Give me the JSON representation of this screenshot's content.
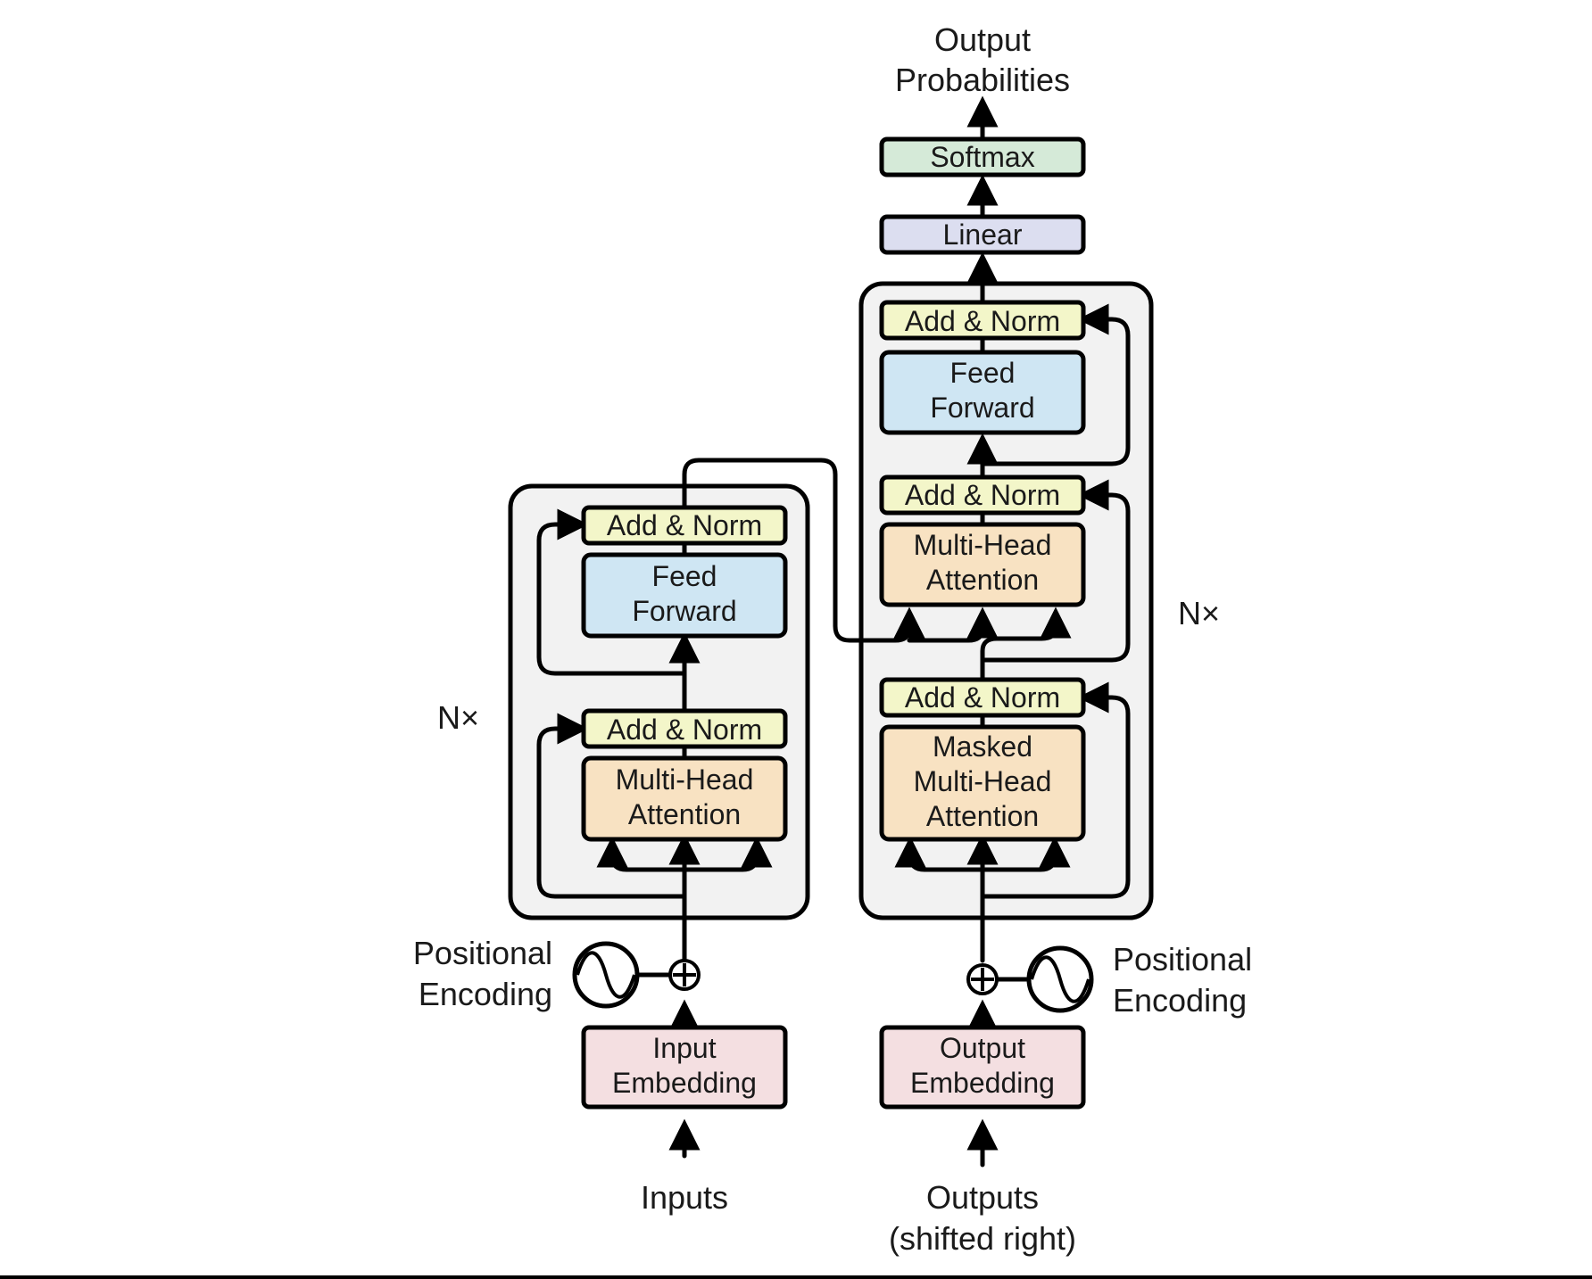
{
  "colors": {
    "add_norm": "#f3f6c9",
    "feed_forward": "#cfe6f3",
    "attention": "#f8e2c2",
    "embedding": "#f4dfe1",
    "linear": "#dcdef0",
    "softmax": "#d5ead8",
    "stack_bg": "#f2f2f2"
  },
  "labels": {
    "output_probabilities": [
      "Output",
      "Probabilities"
    ],
    "softmax": "Softmax",
    "linear": "Linear",
    "add_norm": "Add & Norm",
    "feed_forward": [
      "Feed",
      "Forward"
    ],
    "multi_head_attention": [
      "Multi-Head",
      "Attention"
    ],
    "masked_multi_head_attention": [
      "Masked",
      "Multi-Head",
      "Attention"
    ],
    "input_embedding": [
      "Input",
      "Embedding"
    ],
    "output_embedding": [
      "Output",
      "Embedding"
    ],
    "positional_encoding": [
      "Positional",
      "Encoding"
    ],
    "nx": "N×",
    "inputs": "Inputs",
    "outputs": [
      "Outputs",
      "(shifted right)"
    ]
  }
}
